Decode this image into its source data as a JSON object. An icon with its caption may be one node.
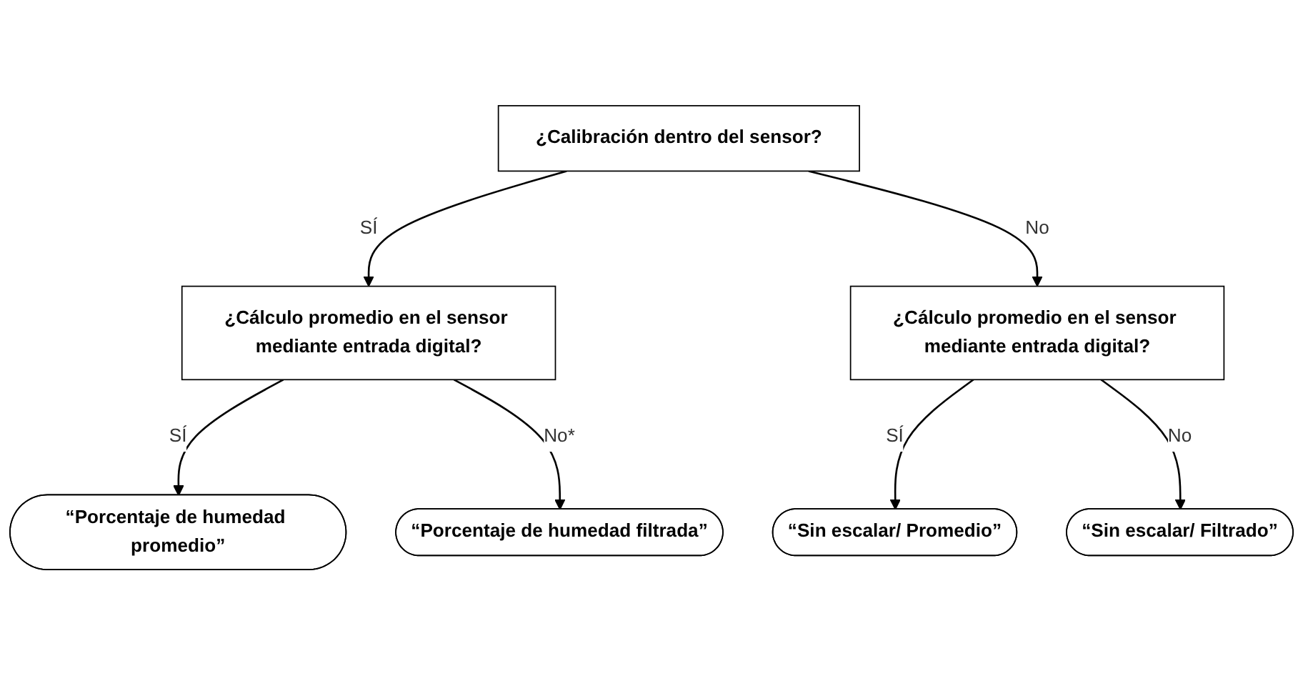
{
  "diagram": {
    "nodes": [
      {
        "text": [
          "¿Calibración dentro del sensor?"
        ]
      },
      {
        "text": [
          "¿Cálculo promedio en el sensor mediante entrada digital?"
        ]
      },
      {
        "text": [
          "¿Cálculo promedio en el sensor mediante entrada digital?"
        ]
      },
      {
        "text": [
          "“Porcentaje de humedad promedio”"
        ]
      },
      {
        "text": [
          "“Porcentaje de humedad filtrada”"
        ]
      },
      {
        "text": [
          "“Sin escalar/ Promedio”"
        ]
      },
      {
        "text": [
          "“Sin escalar/ Filtrado”"
        ]
      }
    ],
    "edges": [
      {
        "from": 0,
        "to": 1,
        "arrow": "to",
        "label": "SÍ"
      },
      {
        "from": 0,
        "to": 2,
        "arrow": "to",
        "label": "No"
      },
      {
        "from": 1,
        "to": 3,
        "arrow": "to",
        "label": "SÍ"
      },
      {
        "from": 1,
        "to": 4,
        "arrow": "to",
        "label": "No*"
      },
      {
        "from": 2,
        "to": 5,
        "arrow": "to",
        "label": "SÍ"
      },
      {
        "from": 2,
        "to": 6,
        "arrow": "to",
        "label": "No"
      }
    ]
  }
}
